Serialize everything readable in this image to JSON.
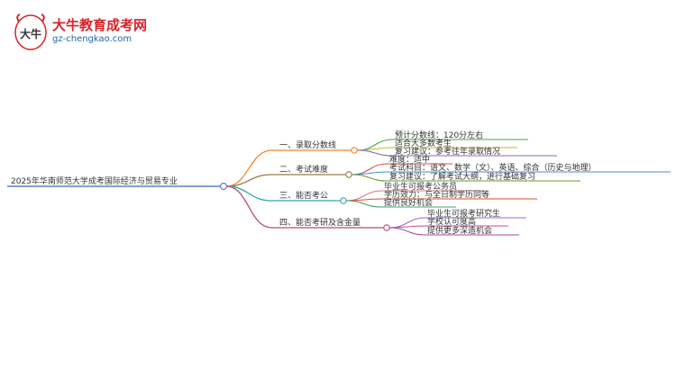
{
  "brand": {
    "name": "大牛教育成考网",
    "url": "gz-chengkao.com",
    "logo_glyph": "大牛",
    "colors": {
      "red": "#d8232a",
      "blue": "#1f64b0"
    }
  },
  "mindmap": {
    "root": "2025年华南师范大学成考国际经济与贸易专业",
    "branches": [
      {
        "label": "一、录取分数线",
        "color": "#f08a30",
        "children": [
          "预计分数线：120分左右",
          "适合大多数考生",
          "复习建议：参考往年录取情况"
        ]
      },
      {
        "label": "二、考试难度",
        "color": "#9a7a4a",
        "children": [
          "难度：适中",
          "考试科目：语文、数学（文）、英语、综合（历史与地理）",
          "复习建议：了解考试大纲，进行基础复习"
        ]
      },
      {
        "label": "三、能否考公",
        "color": "#2aa9b5",
        "children": [
          "毕业生可报考公务员",
          "学历效力：与全日制学历同等",
          "提供良好机会"
        ]
      },
      {
        "label": "四、能否考研及含金量",
        "color": "#b94a7a",
        "children": [
          "毕业生可报考研究生",
          "学校认可度高",
          "提供更多深造机会"
        ]
      }
    ],
    "child_colors": [
      [
        "#3fa83f",
        "#b5bf2a",
        "#8a6ab0"
      ],
      [
        "#d25a4a",
        "#4a8ad0",
        "#6a9a3a"
      ],
      [
        "#d47a8a",
        "#c9552a",
        "#4aa06a"
      ],
      [
        "#9a6ad0",
        "#c94a9a",
        "#a04aa0"
      ]
    ]
  }
}
